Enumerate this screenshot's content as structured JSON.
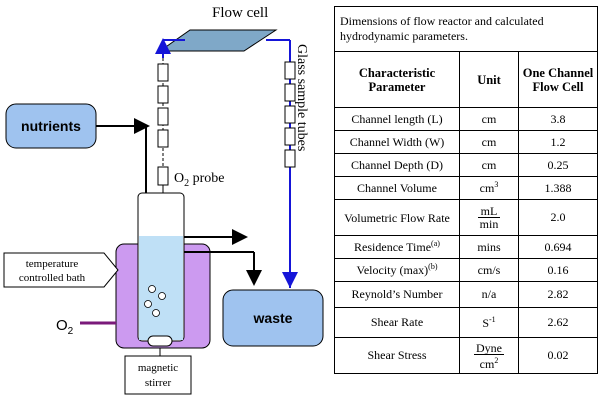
{
  "diagram": {
    "flow_cell_label": "Flow cell",
    "sample_tubes_label": "Glass sample tubes",
    "nutrients_label": "nutrients",
    "o2_probe_label": "O",
    "o2_probe_sub": "2",
    "o2_probe_suffix": " probe",
    "bath_label_line1": "temperature",
    "bath_label_line2": "controlled bath",
    "o2_gas_label": "O",
    "o2_gas_sub": "2",
    "waste_label": "waste",
    "stirrer_line1": "magnetic",
    "stirrer_line2": "stirrer",
    "colors": {
      "box_fill": "#9fc3ef",
      "bath_fill": "#cc9af0",
      "tube_blue": "#1515d8",
      "liquid": "#bfe0f6",
      "o2_line": "#7a1a7a"
    }
  },
  "table": {
    "caption": "Dimensions of flow reactor and calculated hydrodynamic parameters.",
    "headers": {
      "param": "Characteristic Parameter",
      "unit": "Unit",
      "value": "One Channel Flow Cell"
    },
    "rows": [
      {
        "param": "Channel length (L)",
        "unit": "cm",
        "value": "3.8"
      },
      {
        "param": "Channel Width (W)",
        "unit": "cm",
        "value": "1.2"
      },
      {
        "param": "Channel Depth (D)",
        "unit": "cm",
        "value": "0.25"
      },
      {
        "param": "Channel Volume",
        "unit_base": "cm",
        "unit_sup": "3",
        "value": "1.388"
      },
      {
        "param": "Volumetric Flow Rate",
        "unit_num": "mL",
        "unit_den": "min",
        "value": "2.0"
      },
      {
        "param_base": "Residence Time",
        "param_sup": "(a)",
        "unit": "mins",
        "value": "0.694"
      },
      {
        "param_base": "Velocity (max)",
        "param_sup": "(b)",
        "unit": "cm/s",
        "value": "0.16"
      },
      {
        "param": "Reynold’s Number",
        "unit": "n/a",
        "value": "2.82"
      },
      {
        "param": "Shear Rate",
        "unit_base": "S",
        "unit_sup": "-1",
        "value": "2.62"
      },
      {
        "param": "Shear Stress",
        "unit_num": "Dyne",
        "unit_den_base": "cm",
        "unit_den_sup": "2",
        "value": "0.02"
      }
    ]
  }
}
